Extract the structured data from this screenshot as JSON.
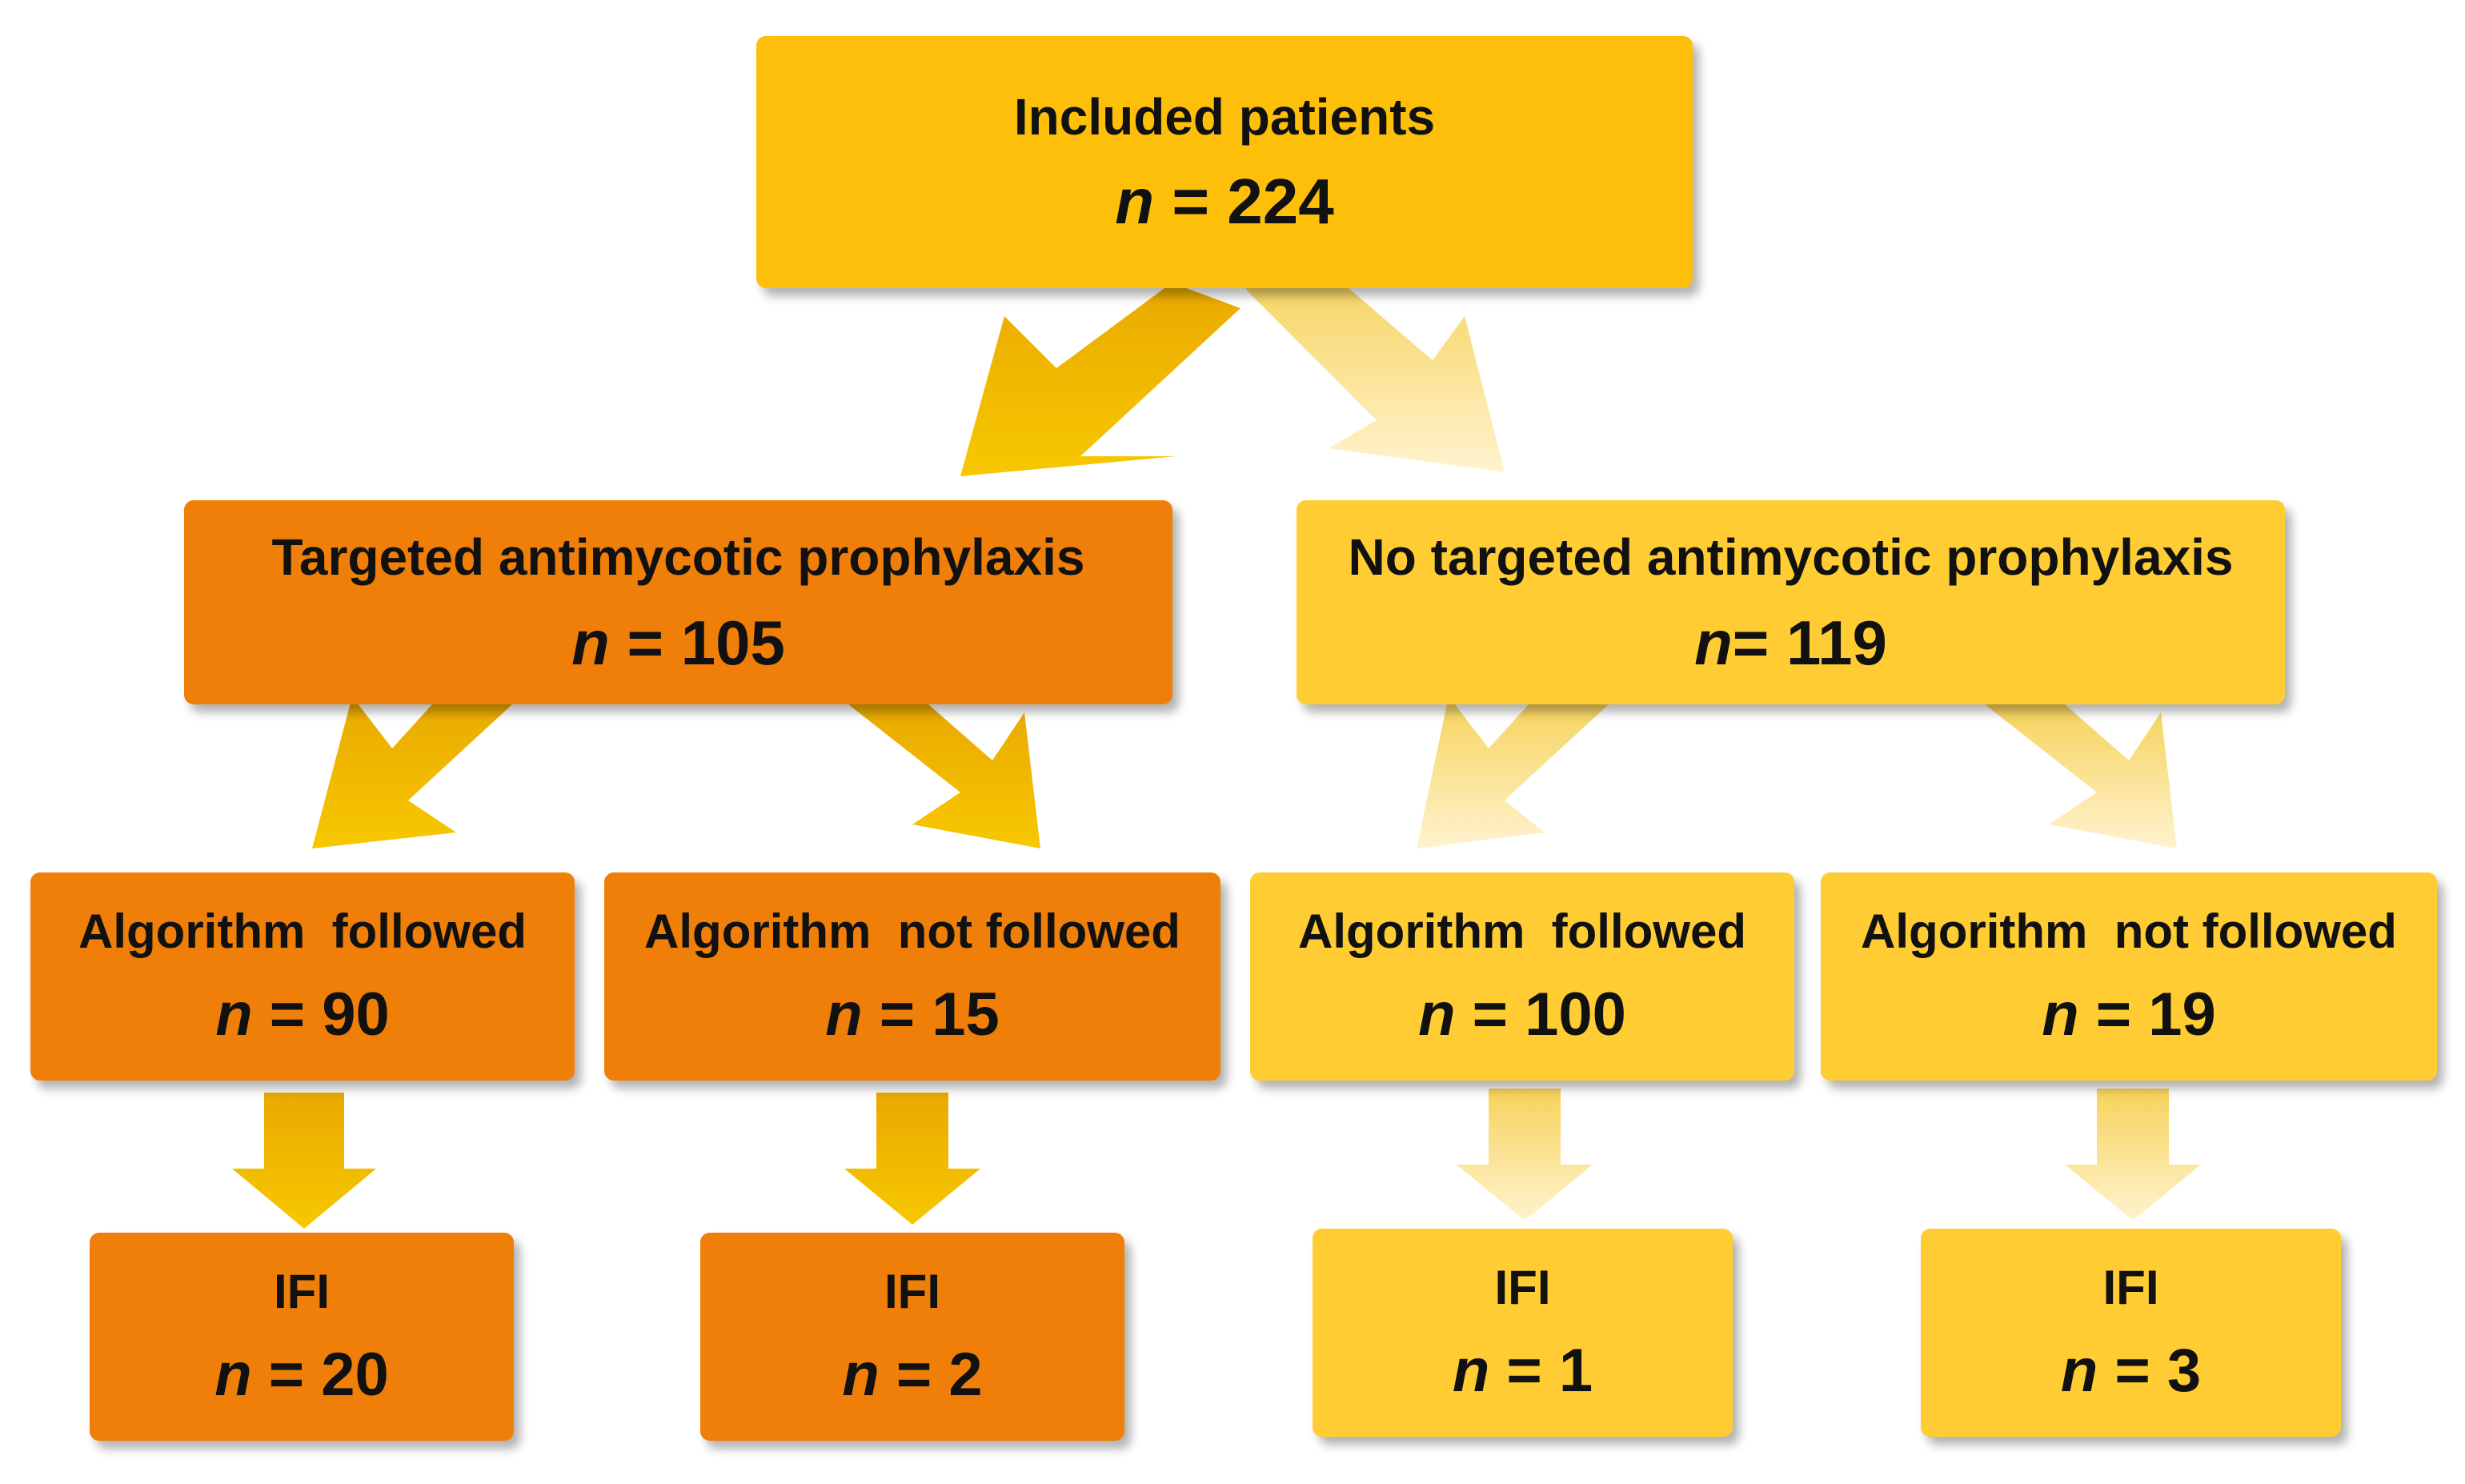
{
  "colors": {
    "root": "#FEBF0B",
    "treated": "#F07F09",
    "untreated": "#FFCC33",
    "arrow_strong_from": "#E6A800",
    "arrow_strong_to": "#F5C400",
    "arrow_light_from": "#F8D76A",
    "arrow_light_to": "#FFF1C4"
  },
  "root": {
    "label": "Included patients",
    "n": "n",
    "value": " = 224"
  },
  "targeted": {
    "label": "Targeted antimycotic prophylaxis",
    "n": "n",
    "value": " = 105"
  },
  "no_targeted": {
    "label": "No targeted antimycotic prophylaxis",
    "n": "n",
    "value": "= 119"
  },
  "leaves": [
    {
      "label": "Algorithm  followed",
      "n": "n",
      "value": " = 90"
    },
    {
      "label": "Algorithm  not followed",
      "n": "n",
      "value": " = 15"
    },
    {
      "label": "Algorithm  followed",
      "n": "n",
      "value": " = 100"
    },
    {
      "label": "Algorithm  not followed",
      "n": "n",
      "value": " = 19"
    }
  ],
  "ifi": [
    {
      "label": "IFI",
      "n": "n",
      "value": " = 20"
    },
    {
      "label": "IFI",
      "n": "n",
      "value": " = 2"
    },
    {
      "label": "IFI",
      "n": "n",
      "value": " = 1"
    },
    {
      "label": "IFI",
      "n": "n",
      "value": " = 3"
    }
  ]
}
